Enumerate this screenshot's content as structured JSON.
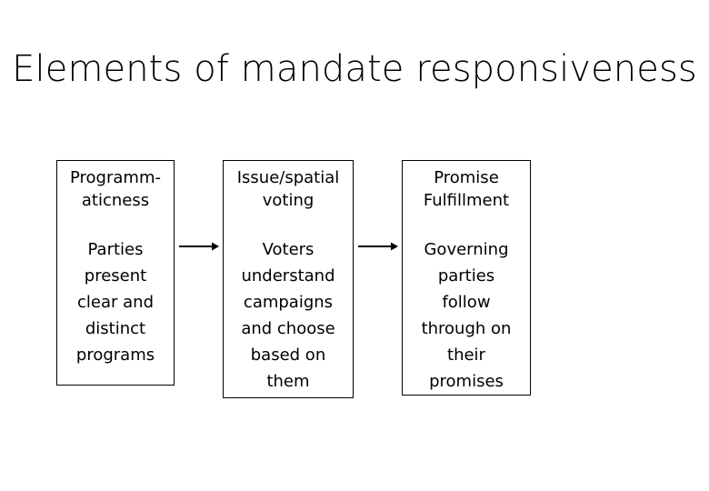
{
  "slide": {
    "title": "Elements of mandate responsiveness",
    "background_color": "#FFFFFF",
    "text_color": "#000000"
  },
  "diagram": {
    "type": "horizontal-flow",
    "border_color": "#000000",
    "arrows": [
      {
        "name": "arrow-one",
        "from": "Programmaticness",
        "to": "Issue/spatial voting",
        "glyph": "right-arrow-icon"
      },
      {
        "name": "arrow-two",
        "from": "Issue/spatial voting",
        "to": "Promise Fulfillment",
        "glyph": "right-arrow-icon"
      }
    ],
    "boxes": [
      {
        "id": "programmaticness",
        "header": "Programm-\naticness",
        "body": "Parties\npresent\nclear and\ndistinct\nprograms"
      },
      {
        "id": "issue-voting",
        "header": "Issue/spatial\nvoting",
        "body": "Voters\nunderstand\ncampaigns\nand choose\nbased on\nthem"
      },
      {
        "id": "promise-fulfillment",
        "header": "Promise\nFulfillment",
        "body": "Governing\nparties\nfollow\nthrough on\ntheir\npromises"
      }
    ]
  }
}
